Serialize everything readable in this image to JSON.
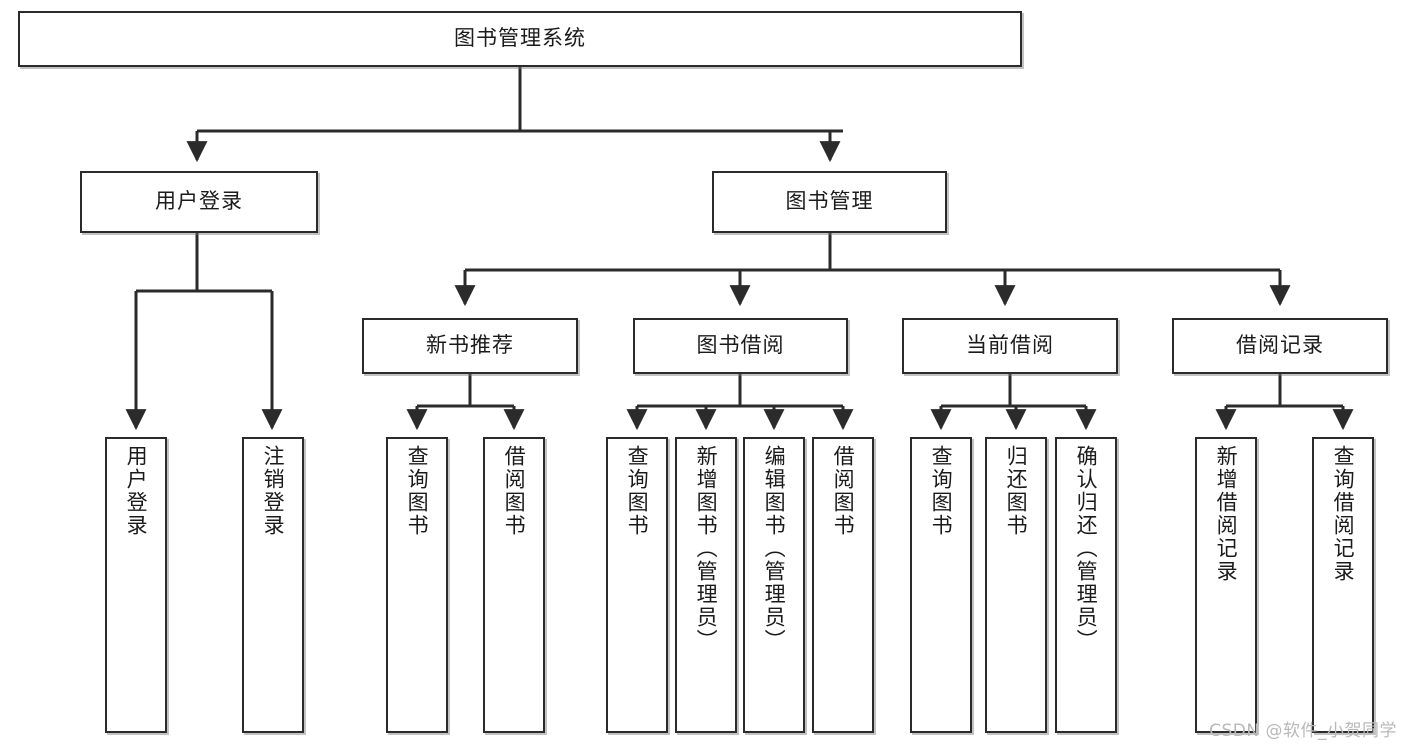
{
  "diagram": {
    "type": "tree-hierarchy",
    "title": "图书管理系统",
    "colors": {
      "background": "#ffffff",
      "border": "#2b2b2b",
      "text": "#1b1b1b",
      "edge": "#2b2b2b",
      "watermark": "#b9b9b9"
    },
    "root": {
      "label": "图书管理系统"
    },
    "level2": [
      {
        "label": "用户登录"
      },
      {
        "label": "图书管理"
      }
    ],
    "level3": [
      {
        "label": "新书推荐"
      },
      {
        "label": "图书借阅"
      },
      {
        "label": "当前借阅"
      },
      {
        "label": "借阅记录"
      }
    ],
    "leaves": {
      "user_login": [
        {
          "label": "用户登录"
        },
        {
          "label": "注销登录"
        }
      ],
      "new_book_recommend": [
        {
          "label": "查询图书"
        },
        {
          "label": "借阅图书"
        }
      ],
      "book_borrow": [
        {
          "label": "查询图书"
        },
        {
          "label": "新增图书（管理员）"
        },
        {
          "label": "编辑图书（管理员）"
        },
        {
          "label": "借阅图书"
        }
      ],
      "current_borrow": [
        {
          "label": "查询图书"
        },
        {
          "label": "归还图书"
        },
        {
          "label": "确认归还（管理员）"
        }
      ],
      "borrow_record": [
        {
          "label": "新增借阅记录"
        },
        {
          "label": "查询借阅记录"
        }
      ]
    }
  },
  "watermark": {
    "text": "CSDN @软件_小贺同学"
  }
}
